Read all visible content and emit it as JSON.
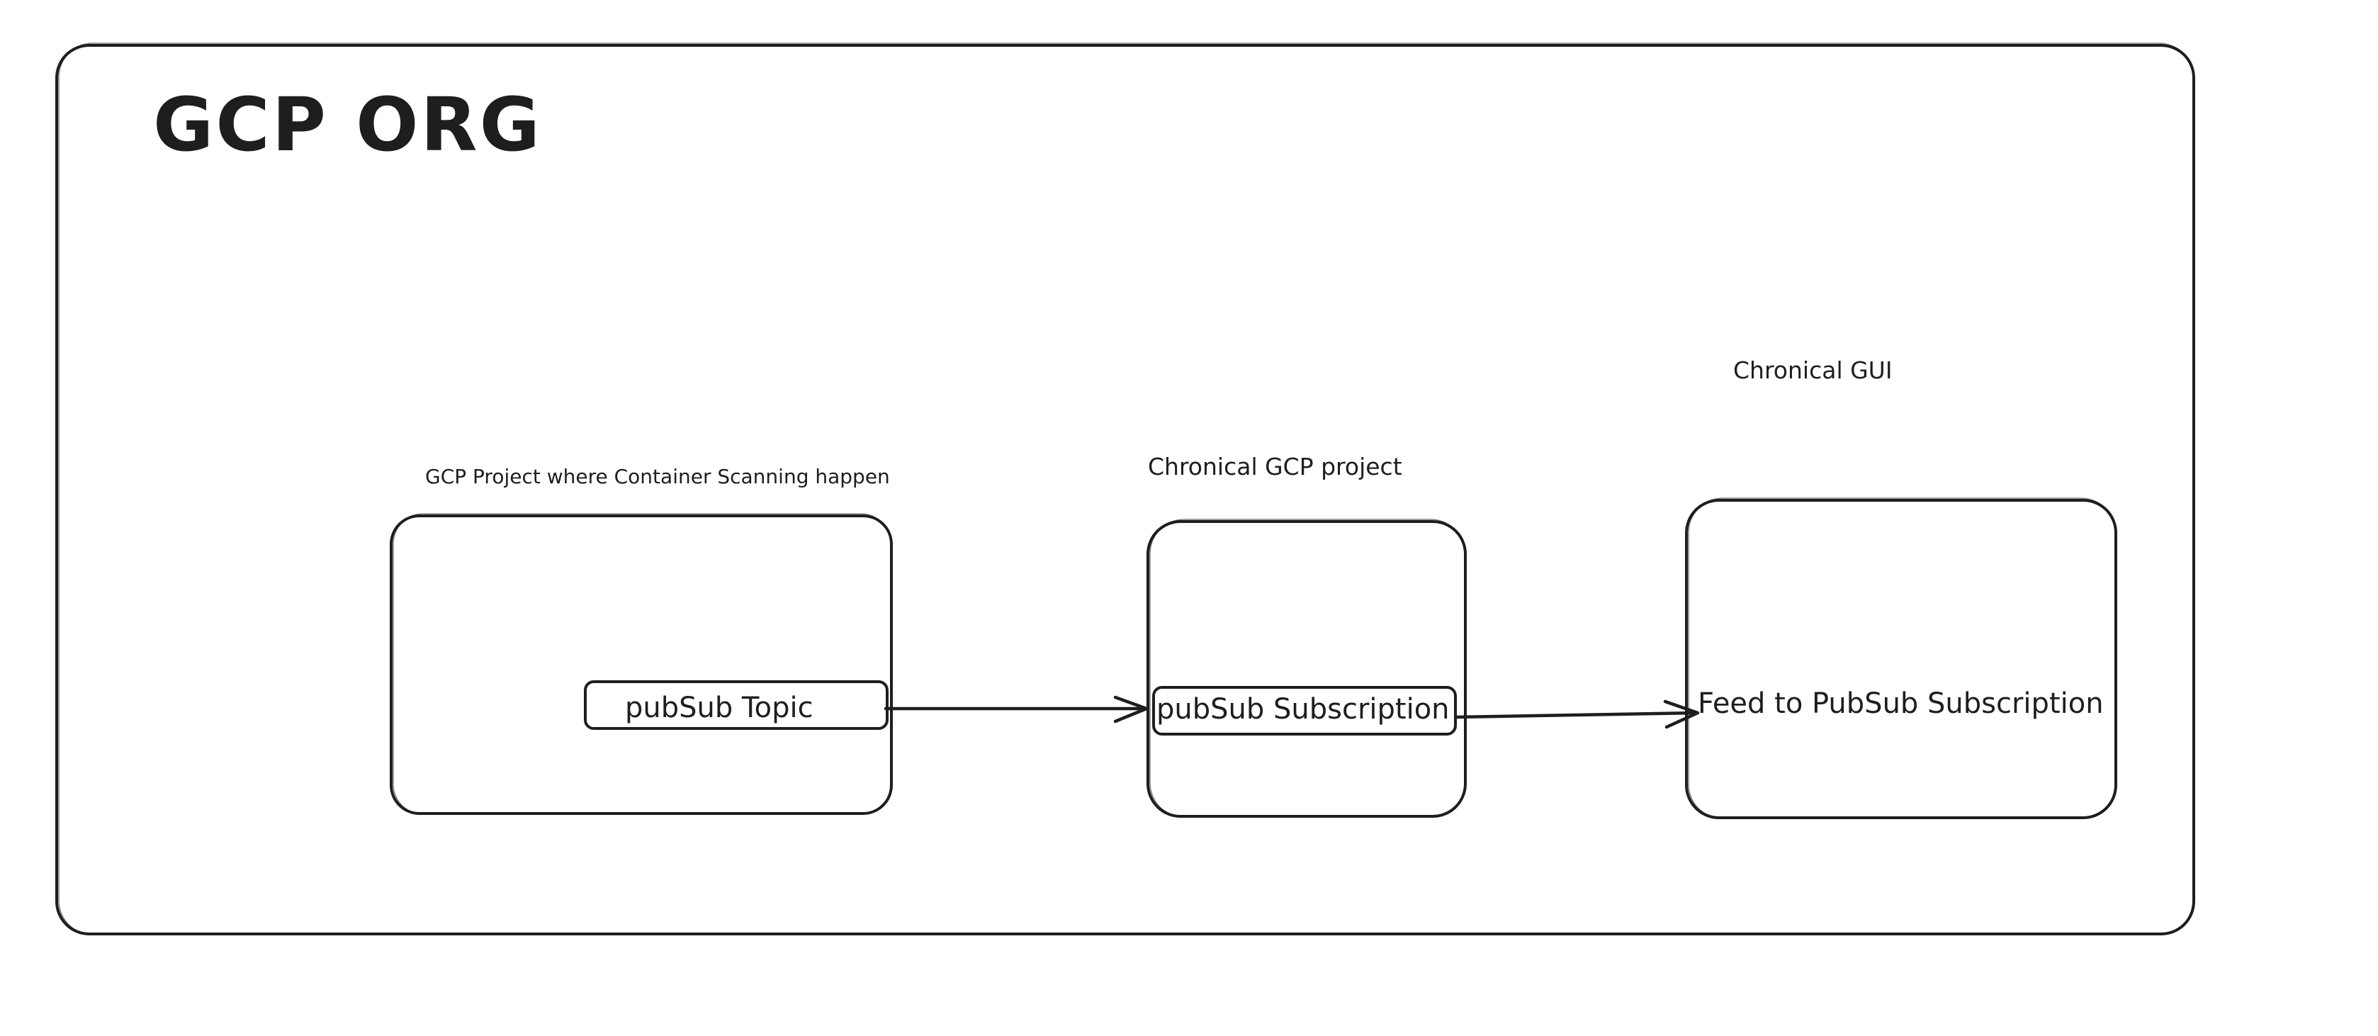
{
  "diagram": {
    "org": {
      "title": "GCP ORG"
    },
    "nodes": {
      "scanning_project": {
        "caption": "GCP Project where Container Scanning happen",
        "inner_label": "pubSub Topic"
      },
      "chronical_project": {
        "caption": "Chronical GCP project",
        "inner_label": "pubSub Subscription"
      },
      "chronical_gui": {
        "caption": "Chronical GUI",
        "inner_label": "Feed to PubSub Subscription"
      }
    },
    "edges": [
      {
        "from": "pubSub Topic",
        "to": "pubSub Subscription"
      },
      {
        "from": "pubSub Subscription",
        "to": "Feed to PubSub Subscription"
      }
    ],
    "colors": {
      "stroke": "#1e1e1e",
      "background": "#ffffff"
    }
  }
}
